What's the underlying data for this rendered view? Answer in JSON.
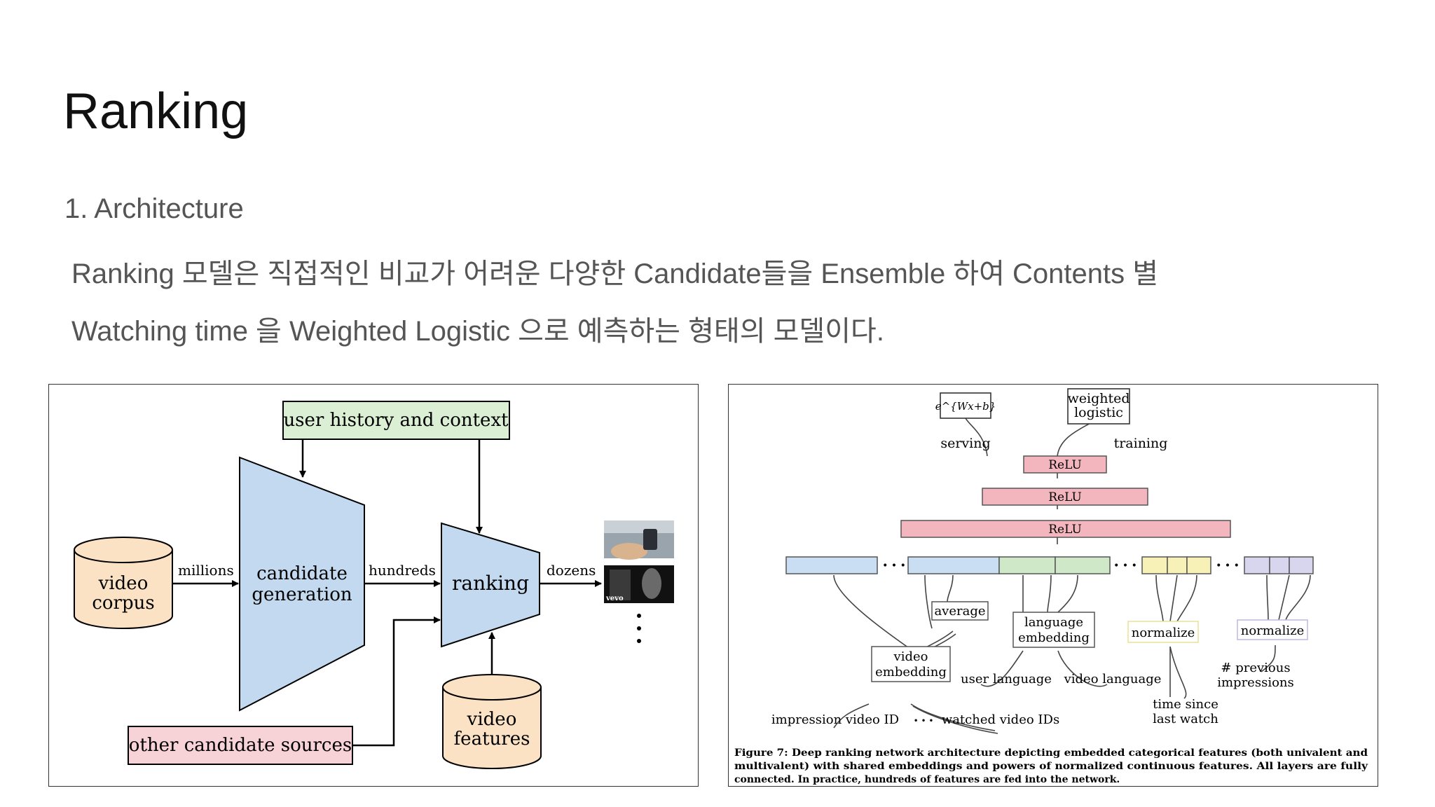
{
  "slide": {
    "title": "Ranking",
    "subheading": "1. Architecture",
    "body_line_1": "Ranking 모델은 직접적인 비교가 어려운 다양한 Candidate들을 Ensemble 하여 Contents 별",
    "body_line_2": "Watching time 을 Weighted Logistic 으로 예측하는 형태의 모델이다."
  },
  "pipeline_diagram": {
    "user_history": "user history and context",
    "video_corpus_1": "video",
    "video_corpus_2": "corpus",
    "millions": "millions",
    "candidate_gen_1": "candidate",
    "candidate_gen_2": "generation",
    "hundreds": "hundreds",
    "ranking": "ranking",
    "dozens": "dozens",
    "other_sources": "other candidate sources",
    "video_features_1": "video",
    "video_features_2": "features",
    "thumbnail_badge": "vevo",
    "colors": {
      "green_box": "#dbefd5",
      "blue_shape": "#c2d9ef",
      "cylinder": "#fbe2c4",
      "pink_box": "#f7d2d6"
    }
  },
  "ranking_network": {
    "exp_formula": "e^{Wx+b}",
    "weighted_logistic_1": "weighted",
    "weighted_logistic_2": "logistic",
    "serving": "serving",
    "training": "training",
    "relu_top": "ReLU",
    "relu_mid": "ReLU",
    "relu_bottom": "ReLU",
    "dots": "• • •",
    "average": "average",
    "language_embedding_1": "language",
    "language_embedding_2": "embedding",
    "normalize_a": "normalize",
    "normalize_b": "normalize",
    "video_embedding_1": "video",
    "video_embedding_2": "embedding",
    "user_language": "user language",
    "video_language": "video language",
    "prev_impressions_1": "# previous",
    "prev_impressions_2": "impressions",
    "time_since_1": "time since",
    "time_since_2": "last watch",
    "impression_video_id": "impression video ID",
    "watched_video_ids": "watched video IDs",
    "caption_1": "Figure 7: Deep ranking network architecture depicting embedded categorical features (both univalent and",
    "caption_2": "multivalent) with shared embeddings and powers of normalized continuous features.  All layers are fully",
    "caption_3": "connected. In practice, hundreds of features are fed into the network.",
    "colors": {
      "relu": "#f4b6be",
      "blue": "#c9def2",
      "green": "#cfe8c8",
      "yellow": "#f7f1b8",
      "purple": "#d8d5ef"
    }
  }
}
